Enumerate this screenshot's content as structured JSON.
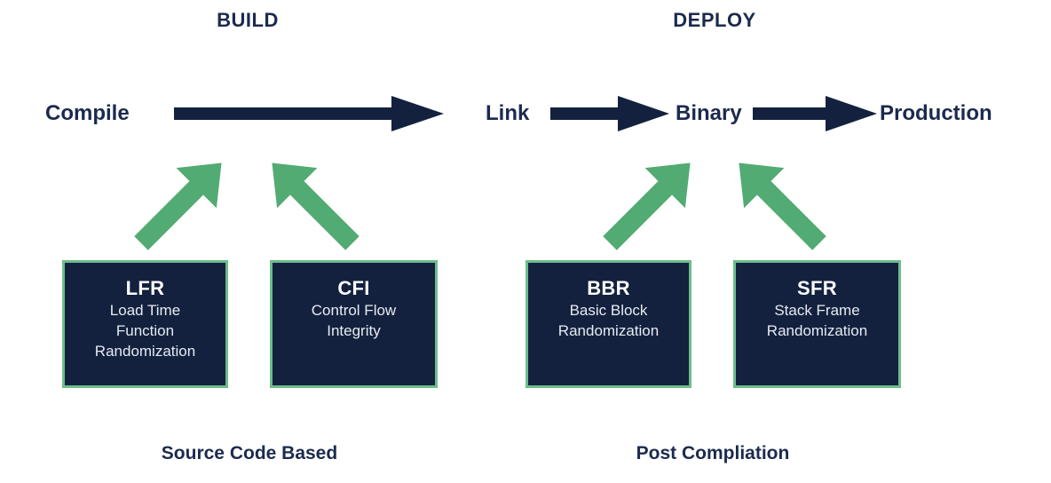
{
  "diagram": {
    "title_stages": [
      {
        "id": "build",
        "label": "BUILD"
      },
      {
        "id": "deploy",
        "label": "DEPLOY"
      }
    ],
    "pipeline_nodes": [
      {
        "id": "compile",
        "label": "Compile"
      },
      {
        "id": "link",
        "label": "Link"
      },
      {
        "id": "binary",
        "label": "Binary"
      },
      {
        "id": "production",
        "label": "Production"
      }
    ],
    "flow_arrows": [
      {
        "id": "compile-to-link",
        "from": "Compile",
        "to": "Link",
        "direction": "right"
      },
      {
        "id": "link-to-binary",
        "from": "Link",
        "to": "Binary",
        "direction": "right"
      },
      {
        "id": "binary-to-production",
        "from": "Binary",
        "to": "Production",
        "direction": "right"
      }
    ],
    "mitigation_boxes": [
      {
        "id": "lfr",
        "acronym": "LFR",
        "expansion": "Load Time\nFunction\nRandomization",
        "group": "Source Code Based",
        "points_to": "Compile"
      },
      {
        "id": "cfi",
        "acronym": "CFI",
        "expansion": "Control Flow\nIntegrity",
        "group": "Source Code Based",
        "points_to": "Compile"
      },
      {
        "id": "bbr",
        "acronym": "BBR",
        "expansion": "Basic Block\nRandomization",
        "group": "Post Compliation",
        "points_to": "Binary"
      },
      {
        "id": "sfr",
        "acronym": "SFR",
        "expansion": "Stack Frame\nRandomization",
        "group": "Post Compliation",
        "points_to": "Binary"
      }
    ],
    "mitigation_arrows": [
      {
        "id": "lfr-arrow",
        "direction": "up-right",
        "source": "LFR"
      },
      {
        "id": "cfi-arrow",
        "direction": "up-left",
        "source": "CFI"
      },
      {
        "id": "bbr-arrow",
        "direction": "up-right",
        "source": "BBR"
      },
      {
        "id": "sfr-arrow",
        "direction": "up-left",
        "source": "SFR"
      }
    ],
    "category_captions": [
      {
        "id": "source-code-based",
        "label": "Source Code Based"
      },
      {
        "id": "post-compliation",
        "label": "Post Compliation"
      }
    ],
    "colors": {
      "navy": "#13213f",
      "navy_text": "#1b2a4e",
      "green": "#52ab72",
      "green_border": "#6cbd8c",
      "box_text": "#ffffff",
      "box_subtext": "#e8eaef",
      "background": "#ffffff"
    }
  }
}
